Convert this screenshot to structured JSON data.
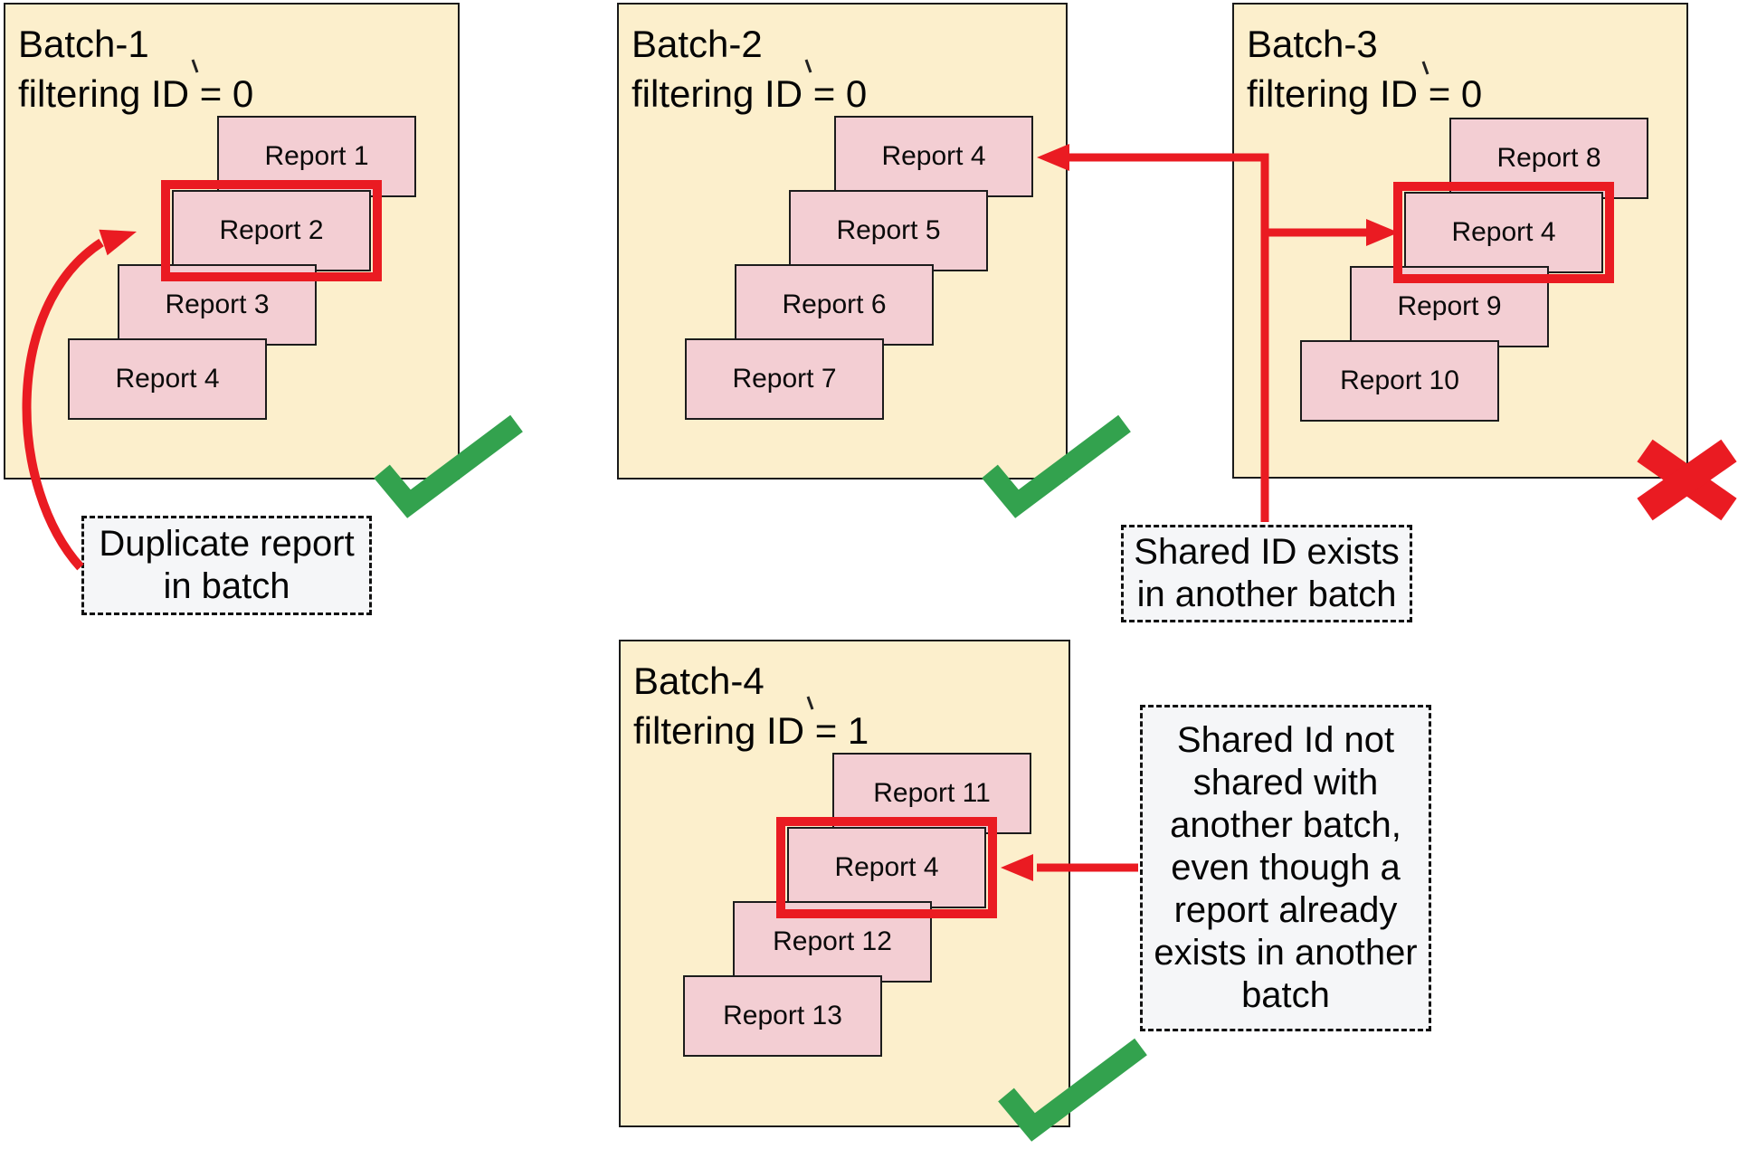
{
  "diagram": {
    "batches": [
      {
        "title_lines": [
          "Batch-1",
          "filtering ID = 0"
        ],
        "status": "accepted",
        "reports": [
          {
            "label": "Report 1",
            "highlighted": false
          },
          {
            "label": "Report 2",
            "highlighted": true
          },
          {
            "label": "Report 3",
            "highlighted": false
          },
          {
            "label": "Report 4",
            "highlighted": false
          }
        ]
      },
      {
        "title_lines": [
          "Batch-2",
          "filtering ID = 0"
        ],
        "status": "accepted",
        "reports": [
          {
            "label": "Report 4",
            "highlighted": false
          },
          {
            "label": "Report 5",
            "highlighted": false
          },
          {
            "label": "Report 6",
            "highlighted": false
          },
          {
            "label": "Report 7",
            "highlighted": false
          }
        ]
      },
      {
        "title_lines": [
          "Batch-3",
          "filtering ID = 0"
        ],
        "status": "rejected",
        "reports": [
          {
            "label": "Report 8",
            "highlighted": false
          },
          {
            "label": "Report 4",
            "highlighted": true
          },
          {
            "label": "Report 9",
            "highlighted": false
          },
          {
            "label": "Report 10",
            "highlighted": false
          }
        ]
      },
      {
        "title_lines": [
          "Batch-4",
          "filtering ID = 1"
        ],
        "status": "accepted",
        "reports": [
          {
            "label": "Report 11",
            "highlighted": false
          },
          {
            "label": "Report 4",
            "highlighted": true
          },
          {
            "label": "Report 12",
            "highlighted": false
          },
          {
            "label": "Report 13",
            "highlighted": false
          }
        ]
      }
    ],
    "notes": [
      {
        "lines": [
          "Duplicate report",
          "in batch"
        ]
      },
      {
        "lines": [
          "Shared ID exists",
          "in another batch"
        ]
      },
      {
        "lines": [
          "Shared Id not",
          "shared with",
          "another batch,",
          "even though a",
          "report already",
          "exists in another",
          "batch"
        ]
      }
    ],
    "colors": {
      "batch_background": "#FCEFCC",
      "report_background": "#F3CED3",
      "highlight_red": "#EA1B22",
      "status_green": "#33A24E",
      "note_background": "#F5F6F8",
      "outline_black": "#1A1A1A"
    }
  }
}
